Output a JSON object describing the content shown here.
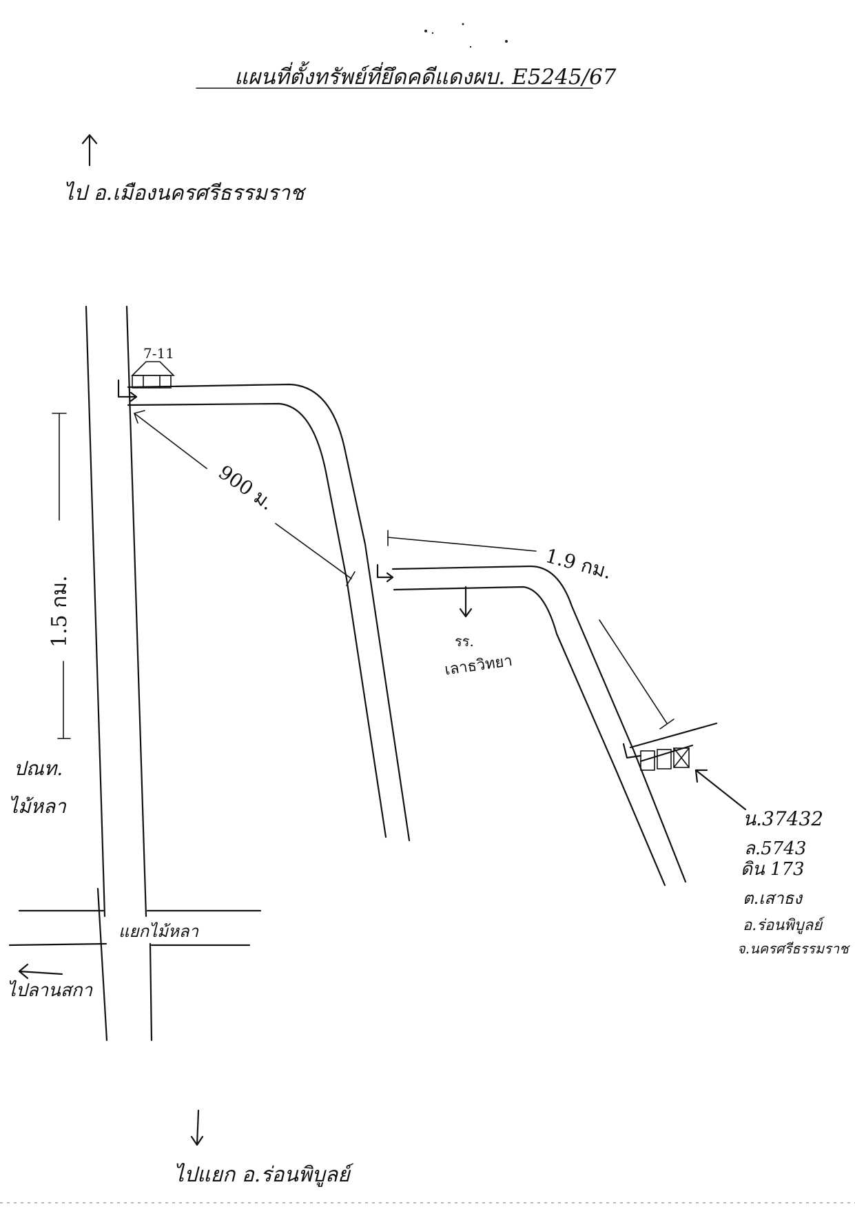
{
  "title": "แผนที่ตั้งทรัพย์ที่ยึดคดีแดงผบ. E5245/67",
  "north_direction": "ไป อ.เมืองนครศรีธรรมราช",
  "south_direction": "ไปแยก อ.ร่อนพิบูลย์",
  "landmarks": {
    "store": "7-11",
    "school_line1": "รร.",
    "school_line2": "เลาธวิทยา",
    "post_office_line1": "ปณท.",
    "post_office_line2": "ไม้หลา",
    "junction": "แยกไม้หลา",
    "west_direction": "ไปลานสกา"
  },
  "distances": {
    "side_road": "1.5 กม.",
    "diagonal": "900 ม.",
    "branch": "1.9 กม."
  },
  "property": {
    "line1": "น.37432",
    "line2": "ล.5743",
    "line3": "ดิน 173",
    "line4": "ต.เสาธง",
    "line5": "อ.ร่อนพิบูลย์",
    "line6": "จ.นครศรีธรรมราช"
  },
  "icons": {
    "north": "arrow-up-icon",
    "south": "arrow-down-icon",
    "west": "arrow-left-icon",
    "store": "building-icon",
    "target": "cross-box-icon"
  }
}
